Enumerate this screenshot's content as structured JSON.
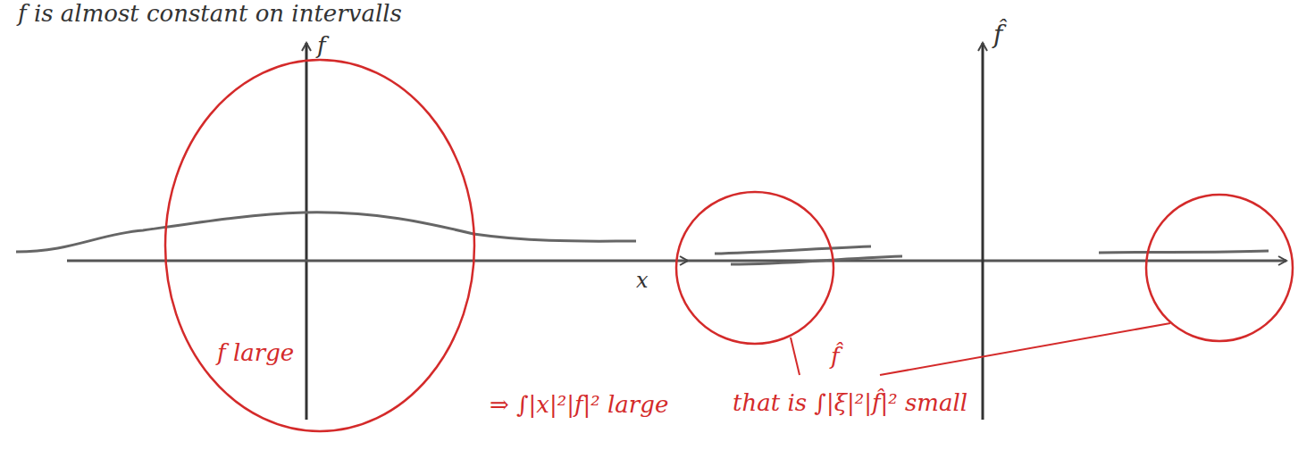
{
  "diagram": {
    "nodes": [
      {
        "text": [
          "f large"
        ]
      }
    ],
    "labels": [
      "f is almost constant on intervalls",
      "f",
      "x",
      "⇒ ∫|x|²|f|² large",
      "f̂",
      "f̂",
      "that is ∫|ξ|²|f̂|² small"
    ]
  }
}
